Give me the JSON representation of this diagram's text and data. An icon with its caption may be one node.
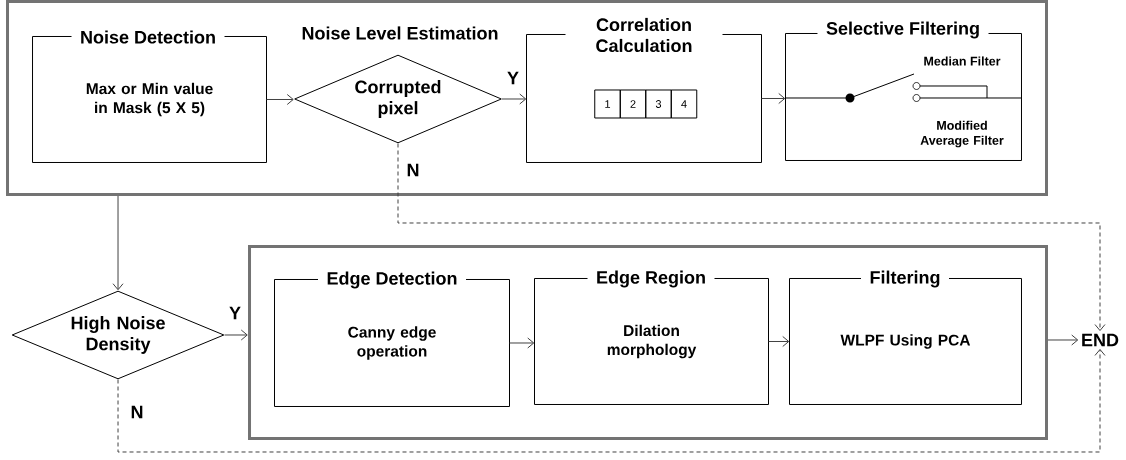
{
  "diagram": {
    "nodes": [
      {
        "text": [],
        "shape": "box"
      },
      {
        "text": [
          "Noise Detection",
          "Max or Min value in Mask (5 X 5)"
        ],
        "in": 0
      },
      {
        "text": [
          "Noise Level Estimation",
          "Corrupted pixel"
        ],
        "in": 0
      },
      {
        "text": [
          "Correlation Calculation"
        ],
        "in": 0
      },
      {
        "text": [
          "1"
        ],
        "in": 3
      },
      {
        "text": [
          "2"
        ],
        "in": 3
      },
      {
        "text": [
          "3"
        ],
        "in": 3
      },
      {
        "text": [
          "4"
        ],
        "in": 3
      },
      {
        "text": [
          "Selective Filtering"
        ],
        "in": 0
      },
      {
        "text": [
          "High Noise Density"
        ]
      },
      {
        "text": [],
        "shape": "box"
      },
      {
        "text": [
          "Edge Detection",
          "Canny edge operation"
        ],
        "in": 10
      },
      {
        "text": [
          "Edge Region",
          "Dilation morphology"
        ],
        "in": 10
      },
      {
        "text": [
          "Filtering",
          "WLPF Using PCA"
        ],
        "in": 10
      },
      {
        "text": [
          "END"
        ]
      }
    ],
    "edges": [
      {
        "from": 1,
        "to": 2,
        "arrow": "to"
      },
      {
        "from": 2,
        "to": 3,
        "arrow": "to",
        "label": "Y"
      },
      {
        "from": 3,
        "to": 8,
        "arrow": "to"
      },
      {
        "from": 2,
        "to": 14,
        "arrow": "to",
        "label": "N",
        "style": "dashed"
      },
      {
        "from": 0,
        "to": 9,
        "arrow": "to"
      },
      {
        "from": 9,
        "to": 10,
        "arrow": "to",
        "label": "Y"
      },
      {
        "from": 11,
        "to": 12,
        "arrow": "to"
      },
      {
        "from": 12,
        "to": 13,
        "arrow": "to"
      },
      {
        "from": 10,
        "to": 14,
        "arrow": "to"
      },
      {
        "from": 9,
        "to": 14,
        "arrow": "to",
        "label": "N",
        "style": "dashed"
      }
    ],
    "labels": [
      "Median Filter",
      "Modified Average Filter"
    ]
  }
}
